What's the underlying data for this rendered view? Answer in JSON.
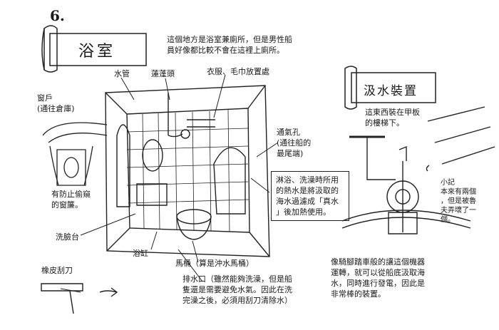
{
  "section_number": "6.",
  "left": {
    "title": "浴室",
    "intro": "這個地方是浴室兼廁所，但是男性船\n員好像都比較不會在這裡上廁所。",
    "labels": {
      "water_pipe": "水管",
      "shower_head": "蓮蓬頭",
      "clothes_shelf": "衣服、毛巾放置處",
      "window": "窗戶\n(通往倉庫)",
      "curtain": "有防止偷窺\n的窗簾。",
      "vent": "通氣孔\n(通往船的\n最尾端)",
      "washbasin": "洗臉台",
      "bathtub": "浴缸",
      "toilet": "馬桶（算是沖水馬桶）",
      "squeegee": "橡皮刮刀",
      "drain": "排水口（雖然能夠洗澡，但是船\n隻還是需要避免水氣。因此在洗\n完澡之後，必須用刮刀清除水）",
      "hot_water_note": "淋浴、洗澡時所用\n的熱水是將汲取的\n海水過濾成「真水\n」後加熱使用。"
    }
  },
  "right": {
    "title": "汲水裝置",
    "intro": "這東西裝在甲板\n的樓梯下。",
    "memo": "小記\n本來有兩個\n，但是被魯\n夫弄壞了一\n個。",
    "bottom_note": "像騎腳踏車般的讓這個機器\n運轉，就可以從船底汲取海\n水，同時進行發電，因此是\n非常棒的裝置。"
  }
}
